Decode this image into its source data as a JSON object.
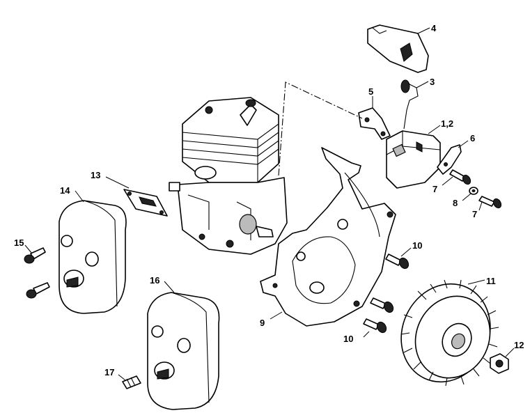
{
  "callouts": [
    {
      "id": "c4",
      "text": "4"
    },
    {
      "id": "c3",
      "text": "3"
    },
    {
      "id": "c5",
      "text": "5"
    },
    {
      "id": "c12a",
      "text": "1,2"
    },
    {
      "id": "c6",
      "text": "6"
    },
    {
      "id": "c7a",
      "text": "7"
    },
    {
      "id": "c8",
      "text": "8"
    },
    {
      "id": "c7b",
      "text": "7"
    },
    {
      "id": "c13",
      "text": "13"
    },
    {
      "id": "c14",
      "text": "14"
    },
    {
      "id": "c15",
      "text": "15"
    },
    {
      "id": "c10a",
      "text": "10"
    },
    {
      "id": "c16",
      "text": "16"
    },
    {
      "id": "c9",
      "text": "9"
    },
    {
      "id": "c11",
      "text": "11"
    },
    {
      "id": "c10b",
      "text": "10"
    },
    {
      "id": "c12",
      "text": "12"
    },
    {
      "id": "c17",
      "text": "17"
    }
  ]
}
